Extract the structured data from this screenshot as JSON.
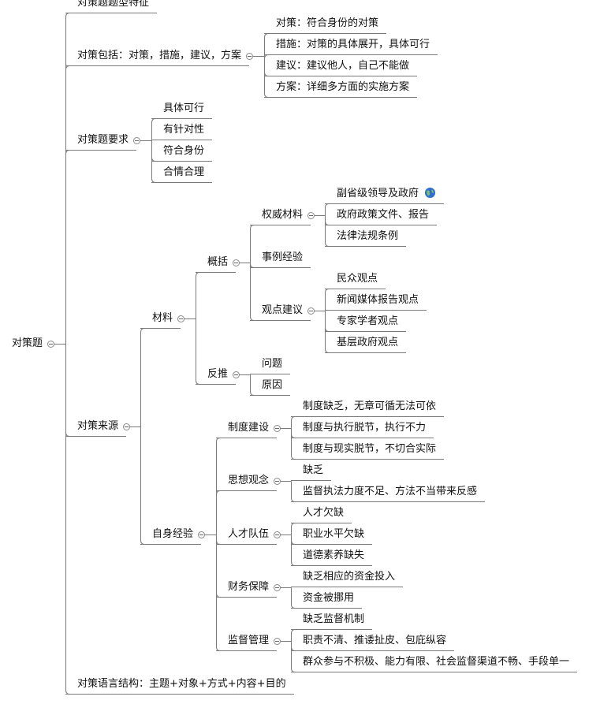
{
  "root": {
    "label": "对策题",
    "children": [
      {
        "label": "对策题题型特征"
      },
      {
        "label": "对策包括：对策，措施，建议，方案",
        "children": [
          {
            "label": "对策：符合身份的对策"
          },
          {
            "label": "措施：对策的具体展开，具体可行"
          },
          {
            "label": "建议：建议他人，自己不能做"
          },
          {
            "label": "方案：详细多方面的实施方案"
          }
        ]
      },
      {
        "label": "对策题要求",
        "children": [
          {
            "label": "具体可行"
          },
          {
            "label": "有针对性"
          },
          {
            "label": "符合身份"
          },
          {
            "label": "合情合理"
          }
        ]
      },
      {
        "label": "对策来源",
        "children": [
          {
            "label": "材料",
            "children": [
              {
                "label": "概括",
                "children": [
                  {
                    "label": "权威材料",
                    "children": [
                      {
                        "label": "副省级领导及政府",
                        "icon": "globe-icon"
                      },
                      {
                        "label": "政府政策文件、报告"
                      },
                      {
                        "label": "法律法规条例"
                      }
                    ]
                  },
                  {
                    "label": "事例经验"
                  },
                  {
                    "label": "观点建议",
                    "children": [
                      {
                        "label": "民众观点"
                      },
                      {
                        "label": "新闻媒体报告观点"
                      },
                      {
                        "label": "专家学者观点"
                      },
                      {
                        "label": "基层政府观点"
                      }
                    ]
                  }
                ]
              },
              {
                "label": "反推",
                "children": [
                  {
                    "label": "问题"
                  },
                  {
                    "label": "原因"
                  }
                ]
              }
            ]
          },
          {
            "label": "自身经验",
            "children": [
              {
                "label": "制度建设",
                "children": [
                  {
                    "label": "制度缺乏，无章可循无法可依"
                  },
                  {
                    "label": "制度与执行脱节，执行不力"
                  },
                  {
                    "label": "制度与现实脱节，不切合实际"
                  }
                ]
              },
              {
                "label": "思想观念",
                "children": [
                  {
                    "label": "缺乏"
                  },
                  {
                    "label": "监督执法力度不足、方法不当带来反感"
                  }
                ]
              },
              {
                "label": "人才队伍",
                "children": [
                  {
                    "label": "人才欠缺"
                  },
                  {
                    "label": "职业水平欠缺"
                  },
                  {
                    "label": "道德素养缺失"
                  }
                ]
              },
              {
                "label": "财务保障",
                "children": [
                  {
                    "label": "缺乏相应的资金投入"
                  },
                  {
                    "label": "资金被挪用"
                  }
                ]
              },
              {
                "label": "监督管理",
                "children": [
                  {
                    "label": "缺乏监督机制"
                  },
                  {
                    "label": "职责不清、推诿扯皮、包庇纵容"
                  },
                  {
                    "label": "群众参与不积极、能力有限、社会监督渠道不畅、手段单一"
                  }
                ]
              }
            ]
          }
        ]
      },
      {
        "label": "对策语言结构：主题+对象+方式+内容+目的"
      }
    ]
  },
  "colors": {
    "line": "#7a7a7a",
    "text": "#111111",
    "toggle_border": "#8a8a8a",
    "globe": "#2f6fd1"
  }
}
